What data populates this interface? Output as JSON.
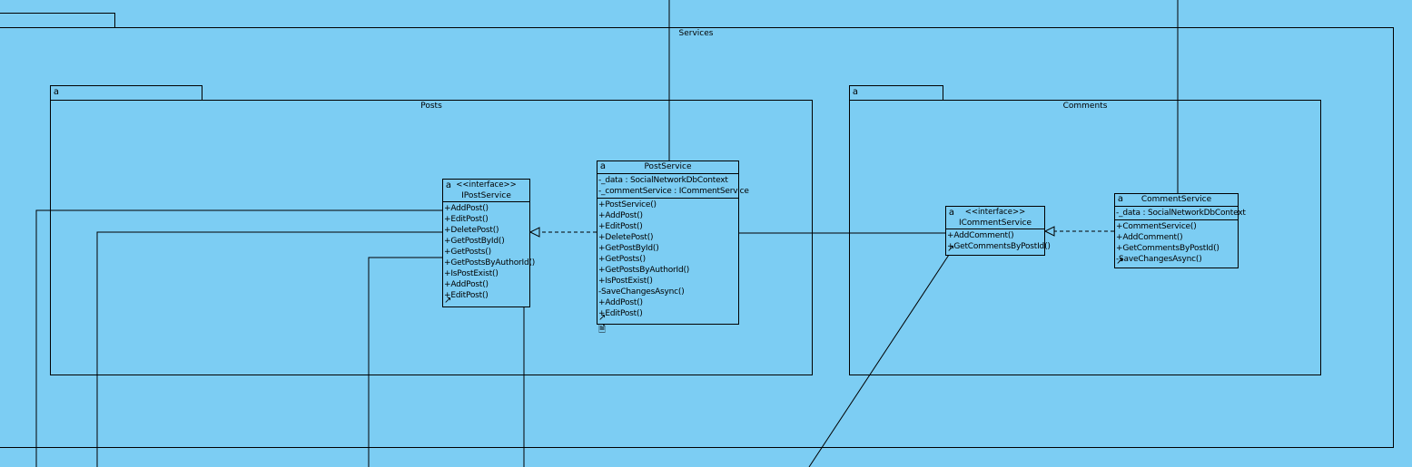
{
  "icons": {
    "package": "a",
    "class": "a",
    "link": "↗",
    "note": "🗎"
  },
  "packages": {
    "services": {
      "name": "Services"
    },
    "posts": {
      "name": "Posts"
    },
    "comments": {
      "name": "Comments"
    }
  },
  "classes": {
    "ipostservice": {
      "stereotype": "<<interface>>",
      "name": "IPostService",
      "operations": [
        "+AddPost()",
        "+EditPost()",
        "+DeletePost()",
        "+GetPostById()",
        "+GetPosts()",
        "+GetPostsByAuthorId()",
        "+IsPostExist()",
        "+AddPost()",
        "+EditPost()"
      ]
    },
    "postservice": {
      "name": "PostService",
      "attributes": [
        "-_data : SocialNetworkDbContext",
        "-_commentService : ICommentService"
      ],
      "operations": [
        "+PostService()",
        "+AddPost()",
        "+EditPost()",
        "+DeletePost()",
        "+GetPostById()",
        "+GetPosts()",
        "+GetPostsByAuthorId()",
        "+IsPostExist()",
        "-SaveChangesAsync()",
        "+AddPost()",
        "+EditPost()"
      ]
    },
    "icommentservice": {
      "stereotype": "<<interface>>",
      "name": "ICommentService",
      "operations": [
        "+AddComment()",
        "+GetCommentsByPostId()"
      ]
    },
    "commentservice": {
      "name": "CommentService",
      "attributes": [
        "-_data : SocialNetworkDbContext"
      ],
      "operations": [
        "+CommentService()",
        "+AddComment()",
        "+GetCommentsByPostId()",
        "-SaveChangesAsync()"
      ]
    }
  }
}
